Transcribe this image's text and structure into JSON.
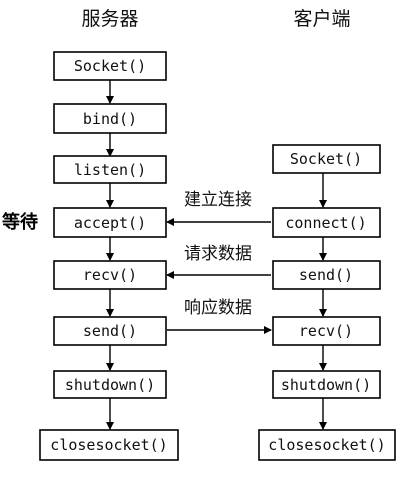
{
  "headers": {
    "server": "服务器",
    "client": "客户端"
  },
  "server_steps": {
    "socket": "Socket()",
    "bind": "bind()",
    "listen": "listen()",
    "accept": "accept()",
    "recv": "recv()",
    "send": "send()",
    "shutdown": "shutdown()",
    "closesocket": "closesocket()"
  },
  "client_steps": {
    "socket": "Socket()",
    "connect": "connect()",
    "send": "send()",
    "recv": "recv()",
    "shutdown": "shutdown()",
    "closesocket": "closesocket()"
  },
  "messages": {
    "connect": "建立连接",
    "request": "请求数据",
    "response": "响应数据"
  },
  "annotations": {
    "wait": "等待"
  }
}
